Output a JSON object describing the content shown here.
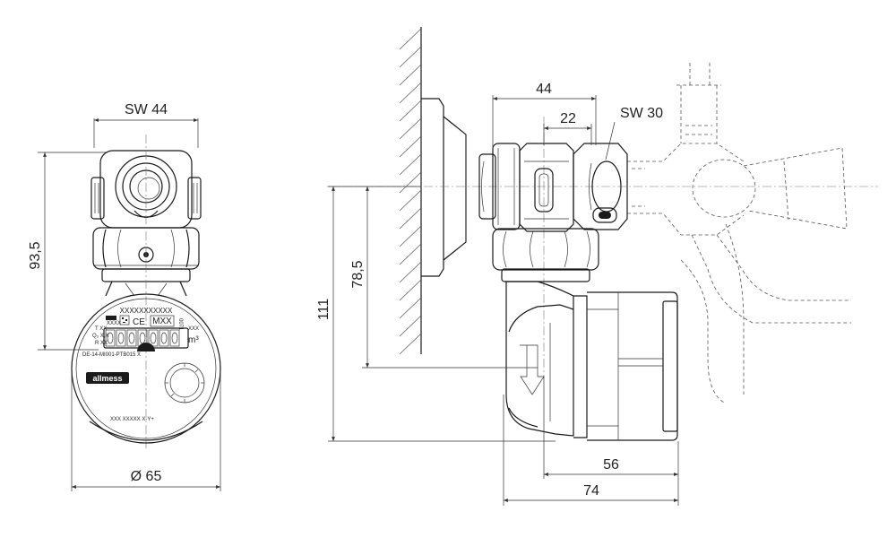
{
  "front_view": {
    "dim_wrench_top": "SW 44",
    "dim_height": "93,5",
    "dim_diameter": "Ø 65",
    "serial": "XXXXXXXXXXX",
    "meter_code": "MXX",
    "ce_mark": "CE",
    "unit": "m³",
    "approval": "DE-14-MI001-PTB015 X",
    "brand": "allmess",
    "small_label_1": "XXXX",
    "small_label_2": "T XX",
    "small_label_3": "Q₃ X,X",
    "small_label_4": "R XX",
    "side_label_1": "0071",
    "side_label_2": "XXX",
    "bottom_label": "XXX XXXXX X-Y+"
  },
  "side_view": {
    "dim_top": "44",
    "dim_inner": "22",
    "dim_wrench": "SW 30",
    "dim_height_inner": "78,5",
    "dim_height_total": "111",
    "dim_width_body": "56",
    "dim_width_total": "74"
  }
}
